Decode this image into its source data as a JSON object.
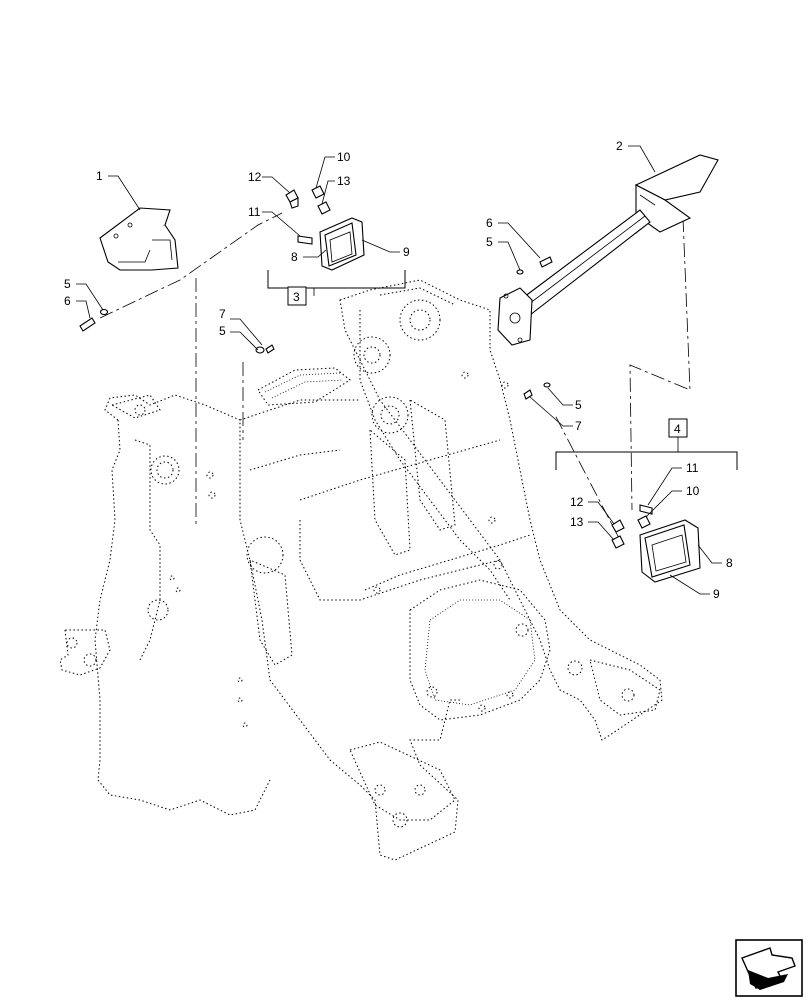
{
  "callouts": {
    "c1": "1",
    "c2": "2",
    "c3": "3",
    "c4": "4",
    "c5a": "5",
    "c6a": "6",
    "c5b": "5",
    "c7a": "7",
    "c6b": "6",
    "c5c": "5",
    "c5d": "5",
    "c7b": "7",
    "c8a": "8",
    "c9a": "9",
    "c10a": "10",
    "c11a": "11",
    "c12a": "12",
    "c13a": "13",
    "c8b": "8",
    "c9b": "9",
    "c10b": "10",
    "c11b": "11",
    "c12b": "12",
    "c13b": "13"
  },
  "icons": {
    "nav": "next-page-arrow-icon"
  }
}
